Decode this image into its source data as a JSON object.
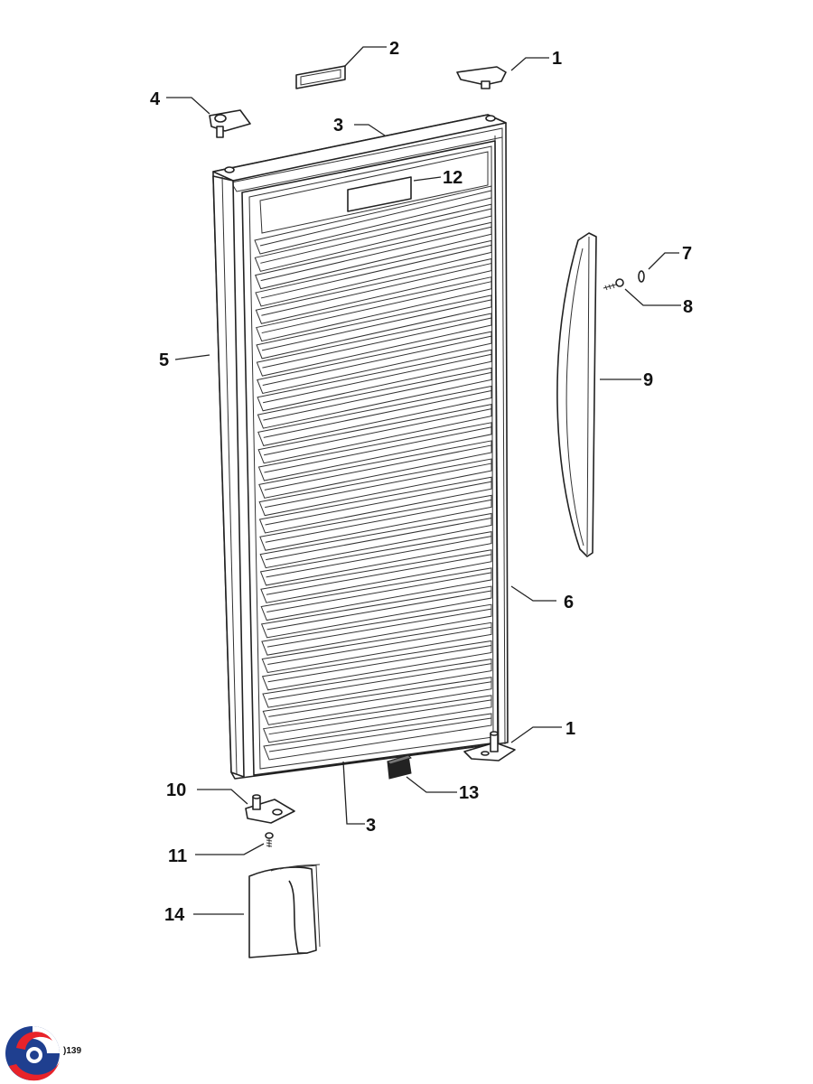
{
  "colors": {
    "line": "#222222",
    "logo_blue": "#1f3f8f",
    "logo_red": "#e8232a"
  },
  "callouts": [
    {
      "id": "c1a",
      "label": "1"
    },
    {
      "id": "c2",
      "label": "2"
    },
    {
      "id": "c3a",
      "label": "3"
    },
    {
      "id": "c4",
      "label": "4"
    },
    {
      "id": "c5",
      "label": "5"
    },
    {
      "id": "c6",
      "label": "6"
    },
    {
      "id": "c7",
      "label": "7"
    },
    {
      "id": "c8",
      "label": "8"
    },
    {
      "id": "c9",
      "label": "9"
    },
    {
      "id": "c12",
      "label": "12"
    },
    {
      "id": "c1b",
      "label": "1"
    },
    {
      "id": "c10",
      "label": "10"
    },
    {
      "id": "c13",
      "label": "13"
    },
    {
      "id": "c3b",
      "label": "3"
    },
    {
      "id": "c11",
      "label": "11"
    },
    {
      "id": "c14",
      "label": "14"
    }
  ],
  "footer": {
    "ref_code": ")139",
    "logo_icon": "brand-swirl-logo"
  }
}
